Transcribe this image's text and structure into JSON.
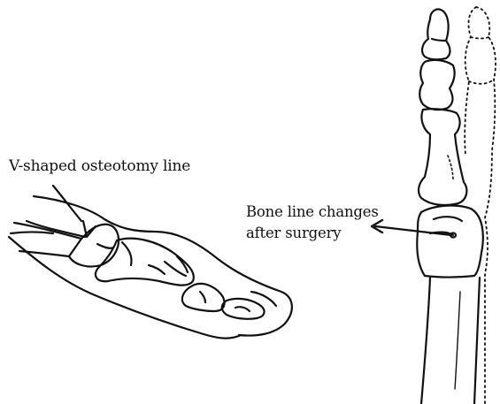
{
  "labels": {
    "osteotomy": "V-shaped osteotomy line",
    "bone_change_line1": "Bone line changes",
    "bone_change_line2": "after surgery"
  },
  "colors": {
    "ink": "#111111",
    "background": "#ffffff"
  }
}
